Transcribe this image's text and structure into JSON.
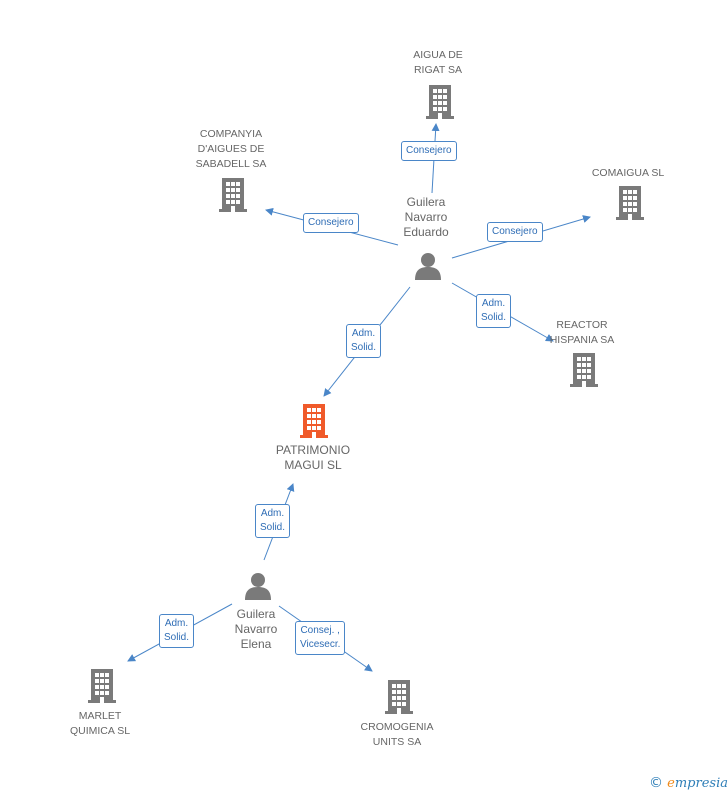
{
  "nodes": {
    "aigua": "AIGUA DE\nRIGAT SA",
    "companyia": "COMPANYIA\nD'AIGUES DE\nSABADELL SA",
    "comaigua": "COMAIGUA  SL",
    "reactor": "REACTOR\nHISPANIA SA",
    "eduardo": "Guilera\nNavarro\nEduardo",
    "patrimonio": "PATRIMONIO\nMAGUI SL",
    "elena": "Guilera\nNavarro\nElena",
    "marlet": "MARLET\nQUIMICA SL",
    "cromogenia": "CROMOGENIA\nUNITS SA"
  },
  "edges": {
    "e_aigua": "Consejero",
    "e_companyia": "Consejero",
    "e_comaigua": "Consejero",
    "e_reactor": "Adm.\nSolid.",
    "e_patrimonio": "Adm.\nSolid.",
    "e_elena_patrimonio": "Adm.\nSolid.",
    "e_marlet": "Adm.\nSolid.",
    "e_cromogenia": "Consej. ,\nVicesecr."
  },
  "colors": {
    "company": "#7a7a7a",
    "main_company": "#f05a2a",
    "person": "#7a7a7a",
    "edge": "#4a86c8"
  },
  "brand": {
    "symbol": "©",
    "initial": "e",
    "rest": "mpresia"
  }
}
